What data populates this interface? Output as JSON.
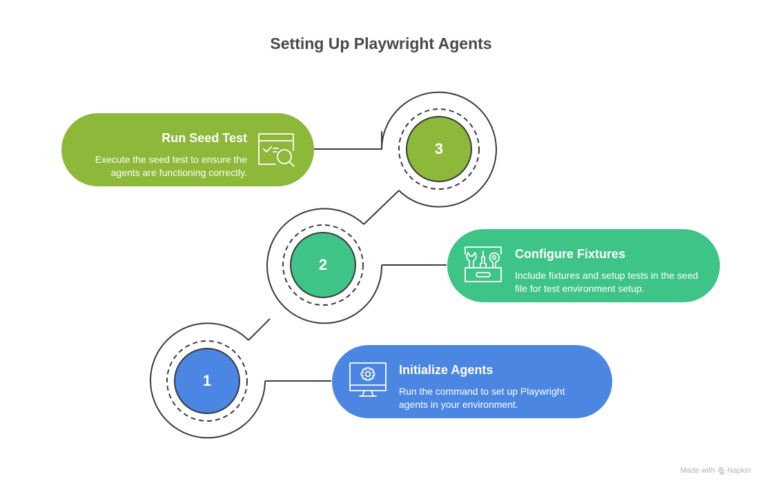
{
  "title": "Setting Up Playwright Agents",
  "steps": [
    {
      "number": "1",
      "heading": "Initialize Agents",
      "description": "Run the command to set up Playwright agents in your environment.",
      "icon": "monitor-gear-icon",
      "color": "#4a86e2"
    },
    {
      "number": "2",
      "heading": "Configure Fixtures",
      "description": "Include fixtures and setup tests in the seed file for test environment setup.",
      "icon": "toolbox-icon",
      "color": "#3ec487"
    },
    {
      "number": "3",
      "heading": "Run Seed Test",
      "description": "Execute the seed test to ensure the agents are functioning correctly.",
      "icon": "browser-search-check-icon",
      "color": "#8db83a"
    }
  ],
  "footer": {
    "made_with": "Made with",
    "brand": "Napkin"
  }
}
